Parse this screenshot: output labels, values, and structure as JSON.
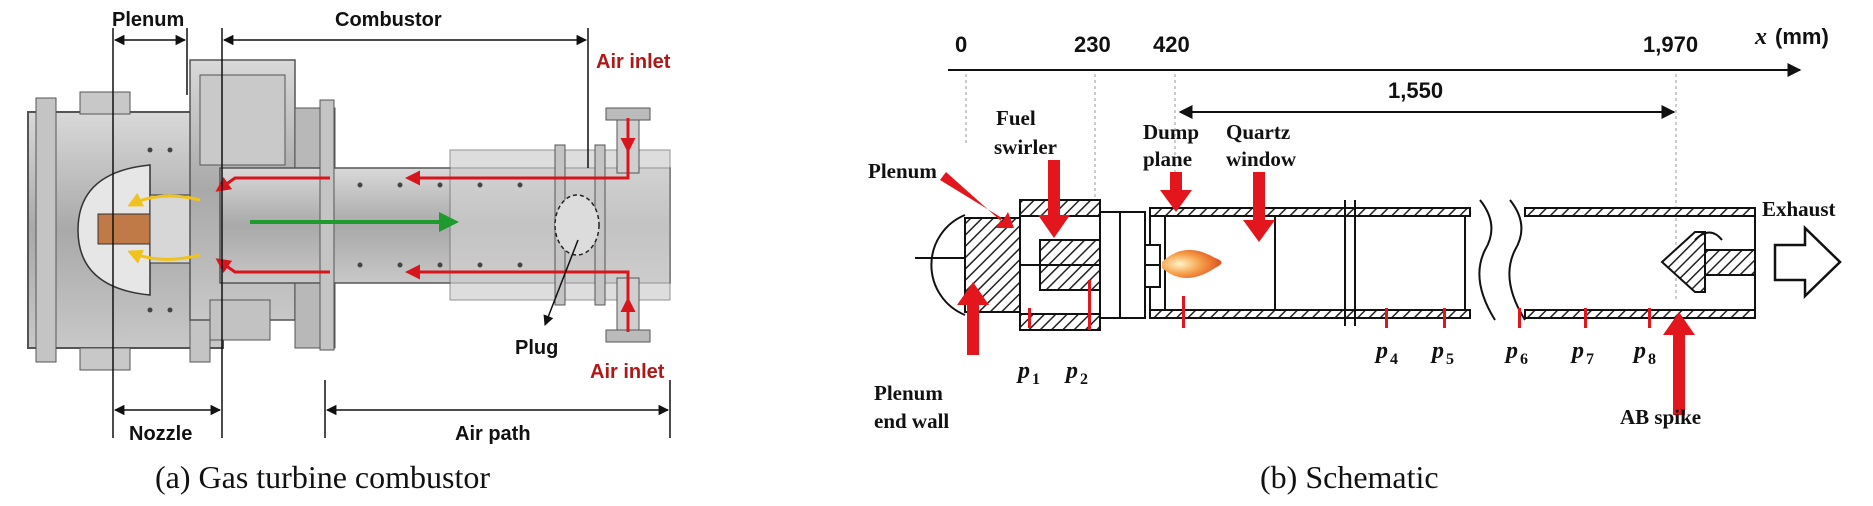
{
  "panel_a": {
    "labels": {
      "plenum": "Plenum",
      "combustor": "Combustor",
      "air_inlet_top": "Air inlet",
      "air_inlet_bottom": "Air inlet",
      "plug": "Plug",
      "nozzle": "Nozzle",
      "air_path": "Air path"
    },
    "caption": "(a) Gas turbine combustor",
    "colors": {
      "air_flow": "#d8141c",
      "core_flow": "#1e9a2e",
      "fuel_flow": "#f0c21a",
      "body": "#b9b9b9"
    }
  },
  "panel_b": {
    "axis": {
      "ticks": [
        "0",
        "230",
        "420",
        "1,970"
      ],
      "unit_var": "x",
      "unit": "(mm)",
      "span_label": "1,550"
    },
    "labels": {
      "fuel_swirler_1": "Fuel",
      "fuel_swirler_2": "swirler",
      "plenum": "Plenum",
      "dump_plane_1": "Dump",
      "dump_plane_2": "plane",
      "quartz_1": "Quartz",
      "quartz_2": "window",
      "exhaust": "Exhaust",
      "plenum_end_1": "Plenum",
      "plenum_end_2": "end wall",
      "ab_spike": "AB spike"
    },
    "sensors": [
      {
        "p": "p",
        "n": "1"
      },
      {
        "p": "p",
        "n": "2"
      },
      {
        "p": "p",
        "n": "4"
      },
      {
        "p": "p",
        "n": "5"
      },
      {
        "p": "p",
        "n": "6"
      },
      {
        "p": "p",
        "n": "7"
      },
      {
        "p": "p",
        "n": "8"
      }
    ],
    "caption": "(b) Schematic",
    "colors": {
      "arrow": "#e3151d",
      "flame": "#f07a2a"
    }
  }
}
